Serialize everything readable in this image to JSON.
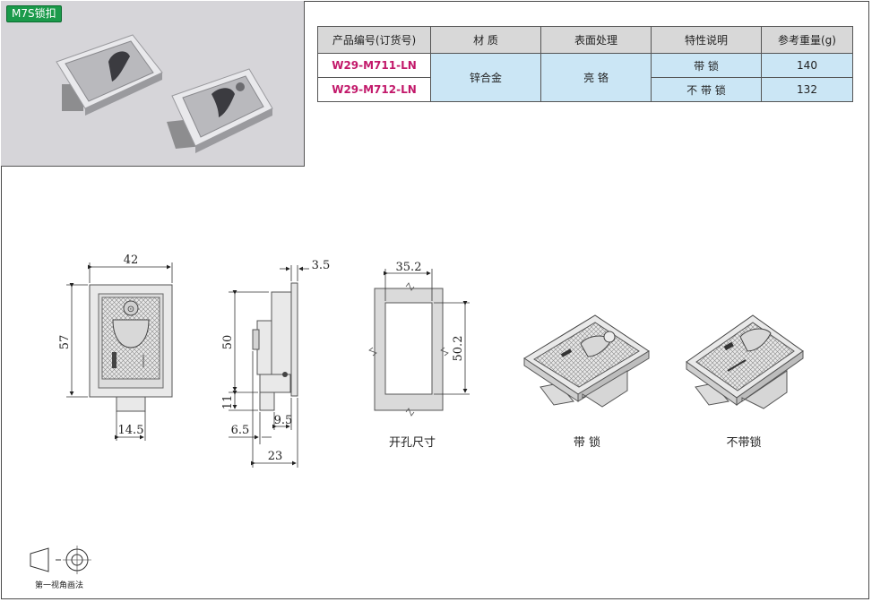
{
  "product_tag": "M7S锁扣",
  "table": {
    "headers": [
      "产品编号(订货号)",
      "材 质",
      "表面处理",
      "特性说明",
      "参考重量(g)"
    ],
    "rows": [
      {
        "code": "W29-M711-LN",
        "feature": "带 锁",
        "weight": "140"
      },
      {
        "code": "W29-M712-LN",
        "feature": "不 带 锁",
        "weight": "132"
      }
    ],
    "material": "锌合金",
    "surface": "亮 铬"
  },
  "dimensions": {
    "front_width": "42",
    "front_height": "57",
    "tongue_width": "14.5",
    "side_top": "3.5",
    "side_height": "50",
    "side_lower": "11",
    "side_offset_a": "9.5",
    "side_offset_b": "6.5",
    "side_depth": "23",
    "cutout_width": "35.2",
    "cutout_height": "50.2"
  },
  "captions": {
    "cutout": "开孔尺寸",
    "with_lock": "带 锁",
    "without_lock": "不带锁",
    "projection": "第一视角画法"
  }
}
